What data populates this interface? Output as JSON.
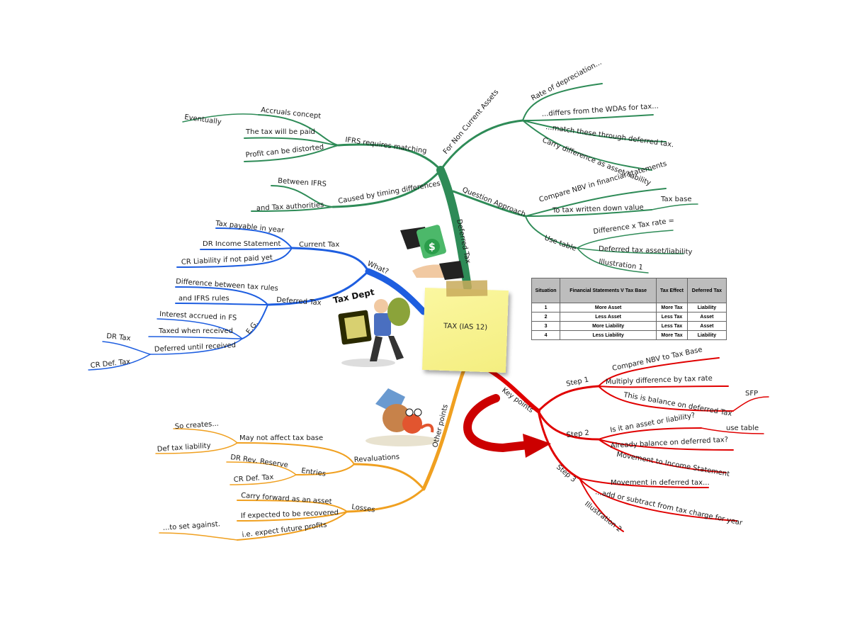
{
  "center": {
    "title": "TAX (IAS 12)"
  },
  "colors": {
    "deferred": "#2e8b57",
    "key": "#e00000",
    "other": "#f0a020",
    "what": "#1e5ee0"
  },
  "branches": {
    "deferred": {
      "label": "Deferred Tax",
      "ifrs": {
        "label": "IFRS requires matching",
        "items": [
          "Eventually",
          "Accruals concept",
          "The tax will be paid",
          "Profit can be distorted"
        ]
      },
      "timing": {
        "label": "Caused by timing differences",
        "items": [
          "Between IFRS",
          "and Tax authorities"
        ]
      },
      "nca": {
        "label": "For Non Current Assets",
        "items": [
          "Rate of depreciation...",
          "...differs from the WDAs for tax...",
          "...match these through deferred tax.",
          "Carry difference as asset/liability"
        ]
      },
      "qa": {
        "label": "Question Approach",
        "items": [
          "Compare NBV in financial statements",
          "To tax written down value",
          "Tax base",
          "Use table",
          "Difference x Tax rate =",
          "Deferred tax asset/liability",
          "Illustration 1"
        ]
      }
    },
    "what": {
      "label": "What?",
      "current": {
        "label": "Current Tax",
        "items": [
          "Tax payable in year",
          "DR Income Statement",
          "CR Liability if not paid yet"
        ]
      },
      "deferred": {
        "label": "Deferred Tax",
        "items": [
          "Difference between tax rules",
          "and IFRS rules",
          "E.G.",
          "Interest accrued in FS",
          "Taxed when received",
          "Deferred until received",
          "DR Tax",
          "CR Def. Tax"
        ]
      }
    },
    "key": {
      "label": "Key points",
      "step1": {
        "label": "Step 1",
        "items": [
          "Compare NBV to Tax Base",
          "Multiply difference by tax rate",
          "This is balance on deferred Tax",
          "SFP"
        ]
      },
      "step2": {
        "label": "Step 2",
        "items": [
          "Is it an asset or liability?",
          "use table",
          "Already balance on deferred tax?",
          "Movement to Income Statement"
        ]
      },
      "step3": {
        "label": "Step 3",
        "items": [
          "Movement in deferred tax...",
          "...add or subtract from tax charge for year",
          "Illustration 2"
        ]
      }
    },
    "other": {
      "label": "Other points",
      "reval": {
        "label": "Revaluations",
        "items": [
          "May not affect tax base",
          "So creates...",
          "Def tax liability",
          "Entries",
          "DR Rev. Reserve",
          "CR Def. Tax"
        ]
      },
      "losses": {
        "label": "Losses",
        "items": [
          "Carry forward as an asset",
          "If expected to be recovered",
          "i.e. expect future profits",
          "...to set against."
        ]
      }
    }
  },
  "images": {
    "tax_dept_sign": "Tax Dept"
  },
  "table": {
    "headers": [
      "Situation",
      "Financial Statements V Tax Base",
      "Tax Effect",
      "Deferred Tax"
    ],
    "rows": [
      [
        "1",
        "More Asset",
        "More Tax",
        "Liability"
      ],
      [
        "2",
        "Less Asset",
        "Less Tax",
        "Asset"
      ],
      [
        "3",
        "More Liability",
        "Less Tax",
        "Asset"
      ],
      [
        "4",
        "Less Liability",
        "More Tax",
        "Liability"
      ]
    ]
  }
}
